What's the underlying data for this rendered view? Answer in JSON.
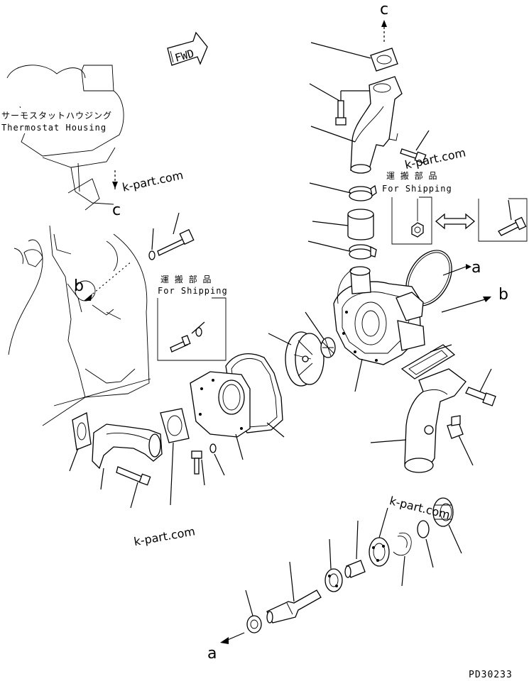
{
  "diagram": {
    "drawing_code": "PD30233",
    "fwd_arrow": "FWD",
    "thermostat_housing": {
      "label_jp": "サーモスタットハウジング",
      "label_en": "Thermostat Housing"
    },
    "for_shipping_1": {
      "label_jp": "運 搬 部 品",
      "label_en": "For Shipping"
    },
    "for_shipping_2": {
      "label_jp": "運 搬 部 品",
      "label_en": "For Shipping"
    },
    "callouts": {
      "c_top": "c",
      "c_left": "c",
      "b_left": "b",
      "b_right": "b",
      "a_right": "a",
      "a_bottom": "a"
    },
    "watermarks": [
      "k-part.com",
      "k-part.com",
      "k-part.com",
      "k-part.com"
    ]
  }
}
